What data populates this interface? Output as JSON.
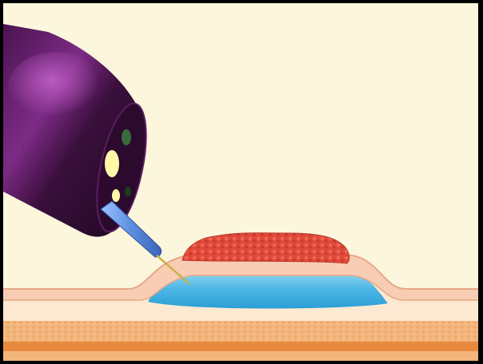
{
  "scene": {
    "colors": {
      "frame": "#000000",
      "background": "#fbf6dc",
      "mucosa_top": "#f8cdb3",
      "mucosa_line": "#e8a788",
      "submucosa": "#fbe3c8",
      "muscle_orange": "#f0a25c",
      "muscle_dark": "#d9782f",
      "fluid_cushion": "#4fb8e6",
      "fluid_highlight": "#a9e0f6",
      "lesion": "#e04a3a",
      "endoscope": "#3a0f3c",
      "endoscope_highlight": "#9a3fa2",
      "catheter": "#5d8fe0",
      "needle": "#c9b24a"
    },
    "elements": [
      "endoscope-tip",
      "injection-catheter",
      "injection-needle",
      "saline-cushion",
      "raised-lesion",
      "mucosa-layer",
      "submucosa-layer",
      "muscle-layer"
    ]
  }
}
